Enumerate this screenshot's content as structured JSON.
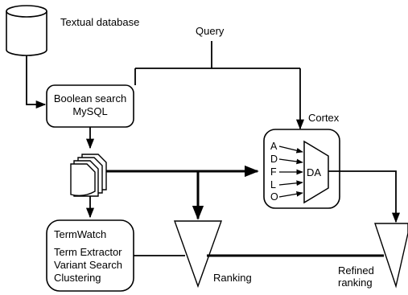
{
  "labels": {
    "database": "Textual database",
    "query": "Query",
    "boolean_search_line1": "Boolean search",
    "boolean_search_line2": "MySQL",
    "cortex": "Cortex",
    "da": "DA",
    "termwatch_title": "TermWatch",
    "termwatch_line1": "Term Extractor",
    "termwatch_line2": "Variant Search",
    "termwatch_line3": "Clustering",
    "ranking": "Ranking",
    "refined_line1": "Refined",
    "refined_line2": "ranking"
  },
  "cortex_inputs": [
    "A",
    "D",
    "F",
    "L",
    "O"
  ]
}
